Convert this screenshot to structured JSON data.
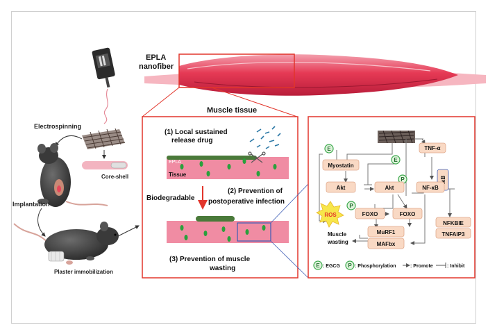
{
  "figure": {
    "left_panel": {
      "electrospinning": "Electrospinning",
      "core_shell": "Core-shell",
      "implantation": "Implantation",
      "plaster": "Plaster immobilization"
    },
    "top": {
      "epla_line1": "EPLA",
      "epla_line2": "nanofiber",
      "muscle_tissue": "Muscle tissue"
    },
    "middle_panel": {
      "item1_line1": "(1) Local sustained",
      "item1_line2": "release drug",
      "epla": "EPLA",
      "tissue": "Tissue",
      "item2_line1": "(2) Prevention of",
      "item2_line2": "postoperative infection",
      "biodegradable": "Biodegradable",
      "item3_line1": "(3) Prevention of muscle",
      "item3_line2": "wasting"
    },
    "pathway": {
      "e": "E",
      "p": "P",
      "tnf": "TNF-α",
      "myostatin": "Myostatin",
      "akt": "Akt",
      "ikb": "IκB",
      "nfkb": "NF-κB",
      "ros": "ROS",
      "foxo": "FOXO",
      "muscle_wasting_line1": "Muscle",
      "muscle_wasting_line2": "wasting",
      "murf1": "MuRF1",
      "mafbx": "MAFbx",
      "nfkbie": "NFKBIE",
      "tnfaip3": "TNFAIP3"
    },
    "legend": {
      "egcg": ": EGCG",
      "phos": ": Phosphorylation",
      "promote": ": Promote",
      "inhibit": ": Inhibit"
    },
    "colors": {
      "frame_red": "#e2352b",
      "muscle_red": "#e8455a",
      "tissue_pink": "#f08ca3",
      "epla_green": "#4a7a3a",
      "node_fill": "#f9d9c4",
      "node_stroke": "#e0a98c",
      "egcg_green": "#3aa84a",
      "ros_yellow": "#f7e64a"
    }
  }
}
